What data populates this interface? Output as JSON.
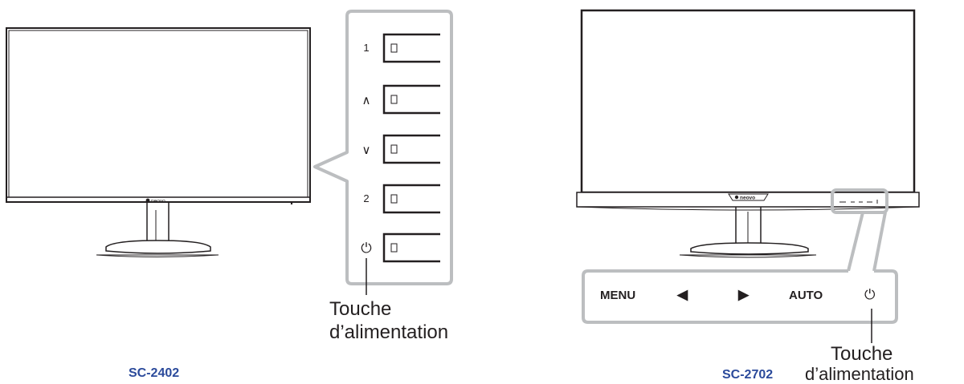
{
  "colors": {
    "outline": "#231f20",
    "callout": "#bcbec0",
    "model_label": "#2b4a9b"
  },
  "left_monitor": {
    "model": "SC-2402",
    "brand": "neovo",
    "buttons": [
      {
        "label": "1"
      },
      {
        "label": "∧"
      },
      {
        "label": "∨"
      },
      {
        "label": "2"
      },
      {
        "label": "⏻",
        "icon": "power-icon"
      }
    ],
    "power_caption_line1": "Touche",
    "power_caption_line2": "d’alimentation"
  },
  "right_monitor": {
    "model": "SC-2702",
    "brand": "neovo",
    "buttons": [
      {
        "label": "MENU"
      },
      {
        "label": "◀",
        "icon": "left-arrow-icon"
      },
      {
        "label": "▶",
        "icon": "right-arrow-icon"
      },
      {
        "label": "AUTO"
      },
      {
        "label": "⏻",
        "icon": "power-icon"
      }
    ],
    "power_caption_line1": "Touche",
    "power_caption_line2": "d’alimentation"
  }
}
